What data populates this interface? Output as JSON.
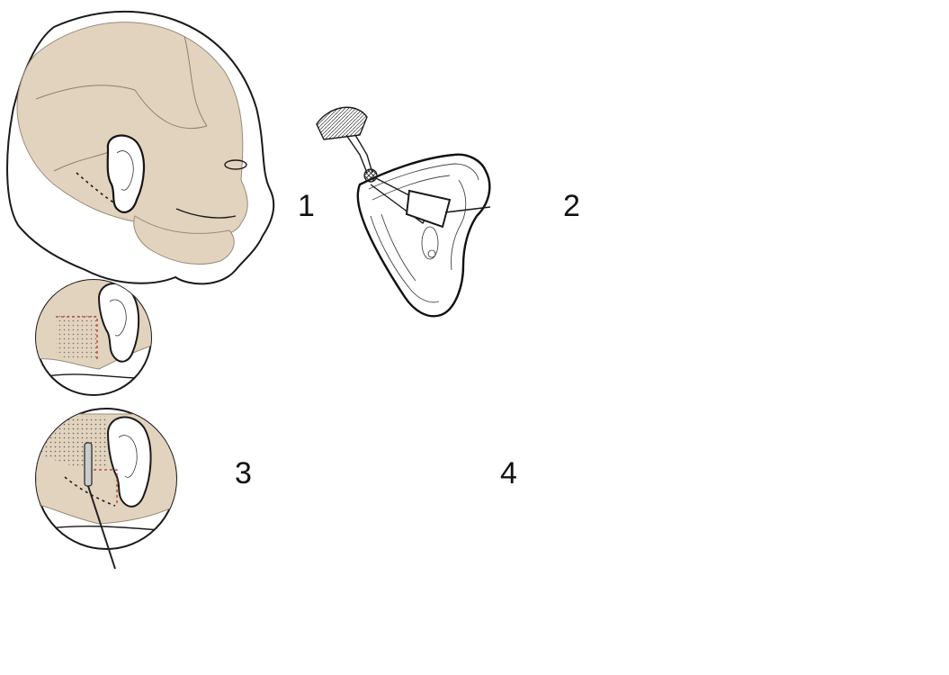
{
  "steps": [
    {
      "label": "1"
    },
    {
      "label": "2"
    },
    {
      "label": "3"
    },
    {
      "label": "4"
    }
  ],
  "colors": {
    "bone": "#e2d3bf",
    "outline": "#1a1a1a",
    "incision_marking": "#b03a2e"
  },
  "icons": {
    "drill": "drill-icon",
    "probe": "probe-icon",
    "implant": "cochlear-implant-icon"
  }
}
